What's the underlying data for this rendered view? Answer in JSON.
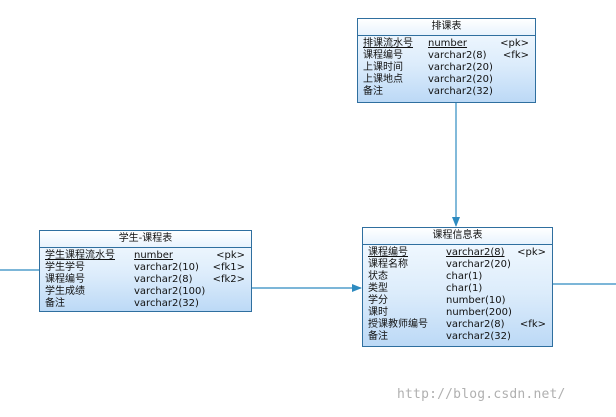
{
  "entities": {
    "paike": {
      "title": "排课表",
      "columns": [
        {
          "name": "排课流水号",
          "type": "number",
          "key": "<pk>"
        },
        {
          "name": "课程编号",
          "type": "varchar2(8)",
          "key": "<fk>"
        },
        {
          "name": "上课时间",
          "type": "varchar2(20)",
          "key": ""
        },
        {
          "name": "上课地点",
          "type": "varchar2(20)",
          "key": ""
        },
        {
          "name": "备注",
          "type": "varchar2(32)",
          "key": ""
        }
      ]
    },
    "xuesheng_kecheng": {
      "title": "学生-课程表",
      "columns": [
        {
          "name": "学生课程流水号",
          "type": "number",
          "key": "<pk>"
        },
        {
          "name": "学生学号",
          "type": "varchar2(10)",
          "key": "<fk1>"
        },
        {
          "name": "课程编号",
          "type": "varchar2(8)",
          "key": "<fk2>"
        },
        {
          "name": "学生成绩",
          "type": "varchar2(100)",
          "key": ""
        },
        {
          "name": "备注",
          "type": "varchar2(32)",
          "key": ""
        }
      ]
    },
    "kecheng_xinxi": {
      "title": "课程信息表",
      "columns": [
        {
          "name": "课程编号",
          "type": "varchar2(8)",
          "key": "<pk>"
        },
        {
          "name": "课程名称",
          "type": "varchar2(20)",
          "key": ""
        },
        {
          "name": "状态",
          "type": "char(1)",
          "key": ""
        },
        {
          "name": "类型",
          "type": "char(1)",
          "key": ""
        },
        {
          "name": "学分",
          "type": "number(10)",
          "key": ""
        },
        {
          "name": "课时",
          "type": "number(200)",
          "key": ""
        },
        {
          "name": "授课教师编号",
          "type": "varchar2(8)",
          "key": "<fk>"
        },
        {
          "name": "备注",
          "type": "varchar2(32)",
          "key": ""
        }
      ]
    }
  },
  "colors": {
    "border": "#2f6f9f",
    "connector": "#2e8bc0",
    "watermark": "#b0b0b0"
  },
  "watermark": "http://blog.csdn.net/"
}
